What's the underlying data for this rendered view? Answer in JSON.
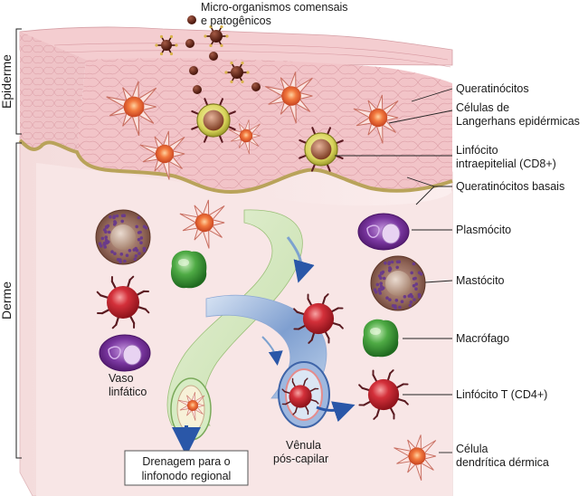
{
  "labels": {
    "microbes_line1": "Micro-organismos comensais",
    "microbes_line2": "e patogênicos",
    "epidermis": "Epiderme",
    "dermis": "Derme",
    "keratinocytes": "Queratinócitos",
    "langerhans_line1": "Células de",
    "langerhans_line2": "Langerhans epidérmicas",
    "iel_line1": "Linfócito",
    "iel_line2": "intraepitelial (CD8+)",
    "basal_keratinocytes": "Queratinócitos basais",
    "plasma_cell": "Plasmócito",
    "mast_cell": "Mastócito",
    "macrophage": "Macrófago",
    "t_cell": "Linfócito T (CD4+)",
    "dendritic_line1": "Célula",
    "dendritic_line2": "dendrítica dérmica",
    "lymph_vessel_line1": "Vaso",
    "lymph_vessel_line2": "linfático",
    "venule_line1": "Vênula",
    "venule_line2": "pós-capilar",
    "drainage_line1": "Drenagem para o",
    "drainage_line2": "linfonodo regional"
  },
  "colors": {
    "skin_pink": "#f3c9cc",
    "dermis_pink": "#f7e3e3",
    "basal_membrane": "#b9a35a",
    "dendritic_orange": "#e8613a",
    "t_cell_red": "#c8222c",
    "macrophage_green": "#3e9a3a",
    "plasma_purple": "#6a2c8c",
    "mast_brown": "#8a5a4a",
    "venule_blue": "#6f93c8",
    "lymph_green": "#b9d99a"
  }
}
